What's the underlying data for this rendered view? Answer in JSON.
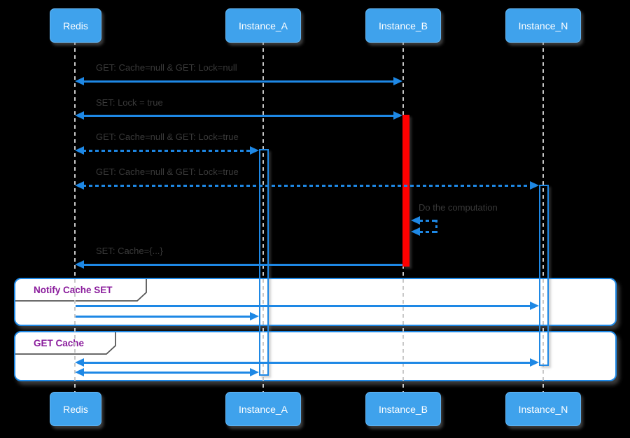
{
  "diagram_type": "sequence-diagram",
  "participants": [
    {
      "name": "Redis"
    },
    {
      "name": "Instance_A"
    },
    {
      "name": "Instance_B"
    },
    {
      "name": "Instance_N"
    }
  ],
  "messages": [
    {
      "label": "GET: Cache=null & GET: Lock=null",
      "from": "Redis",
      "to": "Instance_B",
      "style": "solid",
      "heads": "both"
    },
    {
      "label": "SET: Lock = true",
      "from": "Redis",
      "to": "Instance_B",
      "style": "solid",
      "heads": "both"
    },
    {
      "label": "GET: Cache=null & GET: Lock=true",
      "from": "Redis",
      "to": "Instance_A",
      "style": "dashed",
      "heads": "both"
    },
    {
      "label": "GET: Cache=null & GET: Lock=true",
      "from": "Redis",
      "to": "Instance_N",
      "style": "dashed",
      "heads": "both"
    },
    {
      "label": "Do the computation",
      "from": "Instance_B",
      "to": "Instance_B",
      "style": "dashed",
      "heads": "self"
    },
    {
      "label": "SET: Cache={...}",
      "from": "Instance_B",
      "to": "Redis",
      "style": "solid",
      "heads": "left"
    }
  ],
  "frames": [
    {
      "title": "Notify Cache SET",
      "arrows": [
        "Redis to Instance_N",
        "Redis to Instance_A"
      ]
    },
    {
      "title": "GET Cache",
      "arrows": [
        "Redis to Instance_N (both heads)",
        "Redis to Instance_A (both heads)"
      ]
    }
  ],
  "colors": {
    "background": "#000000",
    "participant_fill": "#3FA2EC",
    "arrow_blue": "#1E88E5",
    "activation_red": "#FF0000",
    "frame_title_purple": "#8A1C9C",
    "message_label_gray": "#3A3A3A",
    "lifeline_gray": "#C8C8C8",
    "frame_background": "#FFFFFF"
  }
}
